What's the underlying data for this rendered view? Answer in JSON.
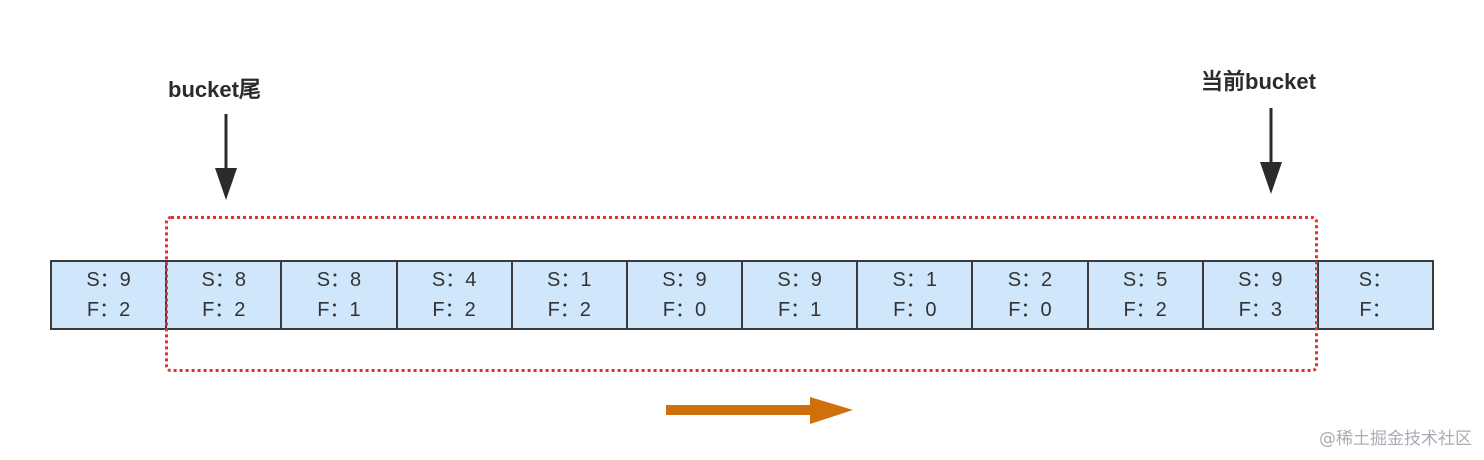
{
  "labels": {
    "tail": "bucket尾",
    "current": "当前bucket"
  },
  "buckets": [
    {
      "s": "S：9",
      "f": "F：2"
    },
    {
      "s": "S：8",
      "f": "F：2"
    },
    {
      "s": "S：8",
      "f": "F：1"
    },
    {
      "s": "S：4",
      "f": "F：2"
    },
    {
      "s": "S：1",
      "f": "F：2"
    },
    {
      "s": "S：9",
      "f": "F：0"
    },
    {
      "s": "S：9",
      "f": "F：1"
    },
    {
      "s": "S：1",
      "f": "F：0"
    },
    {
      "s": "S：2",
      "f": "F：0"
    },
    {
      "s": "S：5",
      "f": "F：2"
    },
    {
      "s": "S：9",
      "f": "F：3"
    },
    {
      "s": "S：",
      "f": "F："
    }
  ],
  "colors": {
    "cell_fill": "#cfe6fb",
    "window_border": "#e03030",
    "arrow_dark": "#2b2b2b",
    "direction_arrow": "#d0700a"
  },
  "watermark": "@稀土掘金技术社区"
}
